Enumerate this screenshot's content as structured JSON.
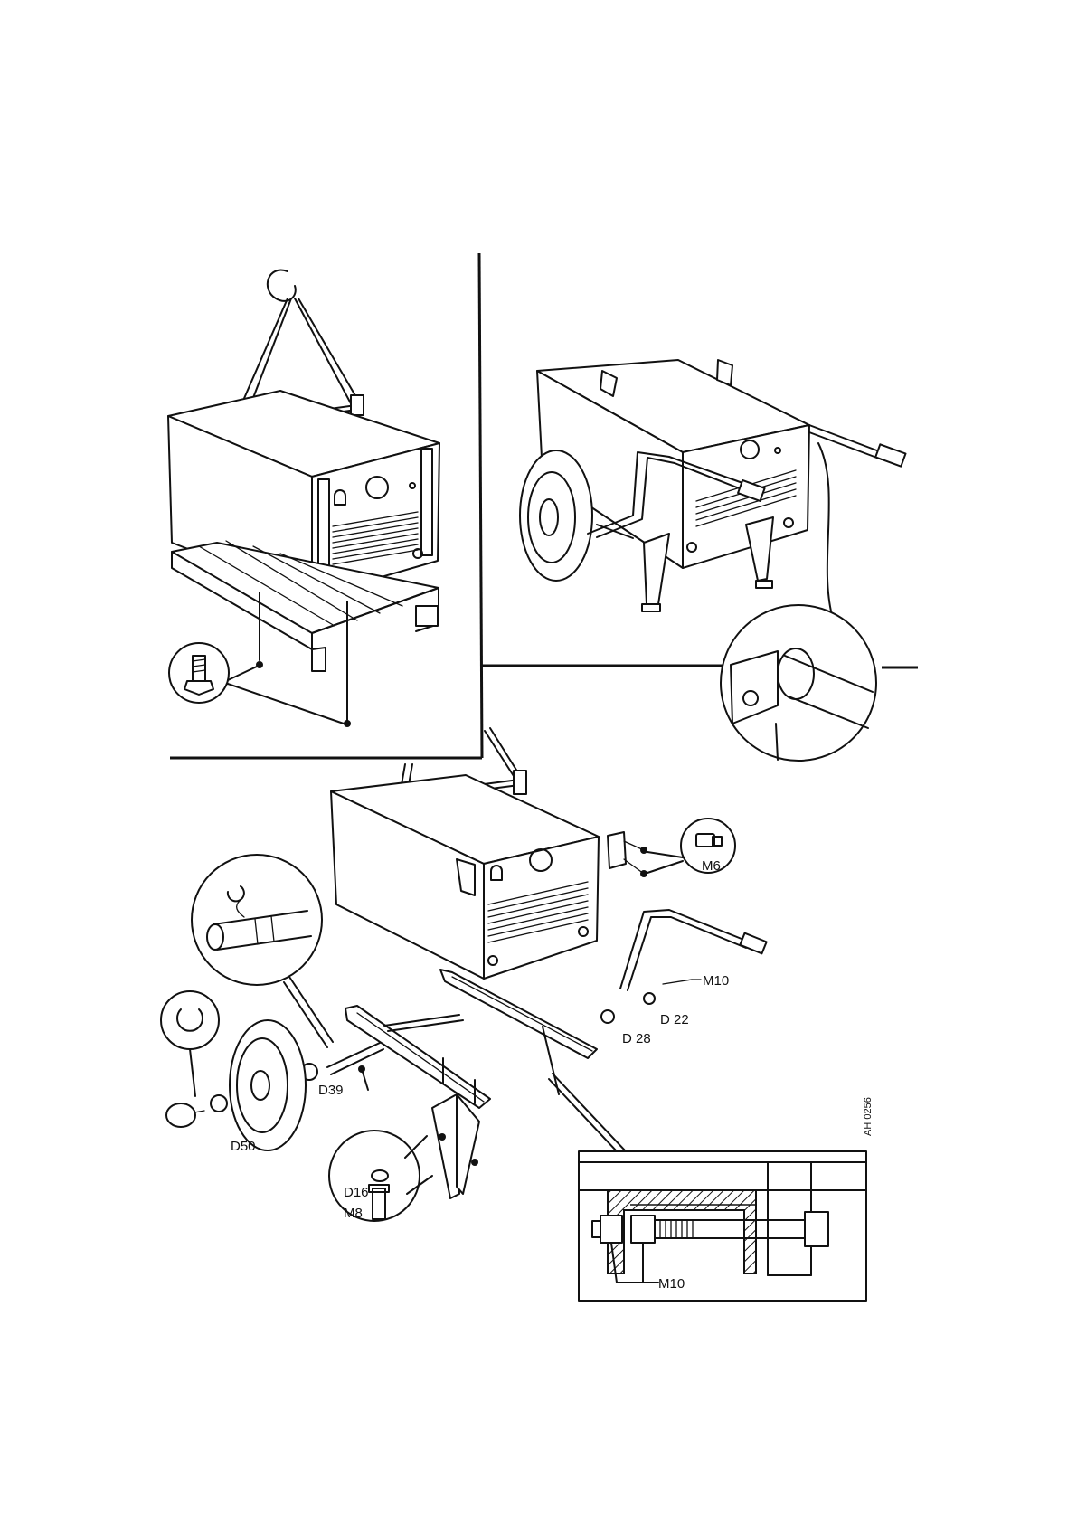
{
  "drawing_ref": "AH 0256",
  "labels": {
    "m6": "M6",
    "m10_bolt": "M10",
    "d22": "D 22",
    "d28": "D 28",
    "d39": "D39",
    "d50": "D50",
    "d16": "D16",
    "m8": "M8",
    "m10_detail": "M10"
  }
}
